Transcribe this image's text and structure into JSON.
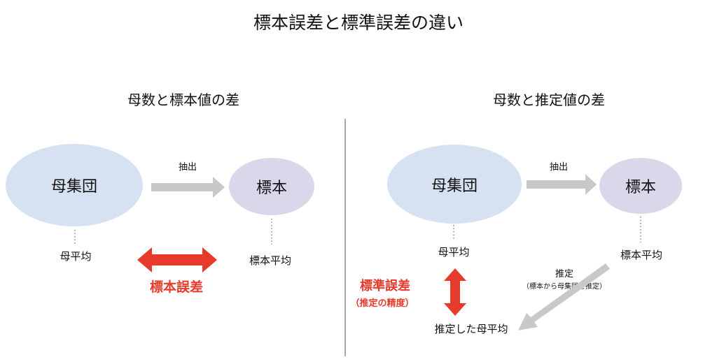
{
  "title": "標本誤差と標準誤差の違い",
  "left": {
    "heading": "母数と標本値の差",
    "population": "母集団",
    "sample": "標本",
    "arrow_label": "抽出",
    "population_mean": "母平均",
    "sample_mean": "標本平均",
    "error_label": "標本誤差"
  },
  "right": {
    "heading": "母数と推定値の差",
    "population": "母集団",
    "sample": "標本",
    "arrow_label": "抽出",
    "population_mean": "母平均",
    "sample_mean": "標本平均",
    "error_label": "標準誤差",
    "error_sublabel": "（推定の精度）",
    "estimate_label": "推定",
    "estimate_sublabel": "（標本から母集団を推定）",
    "estimated_mean": "推定した母平均"
  },
  "colors": {
    "population_fill": "#d6e2f1",
    "sample_fill": "#dcd6ea",
    "gray_arrow": "#c8c8c8",
    "red_accent": "#e63a2b",
    "divider": "#a8a8a8"
  }
}
